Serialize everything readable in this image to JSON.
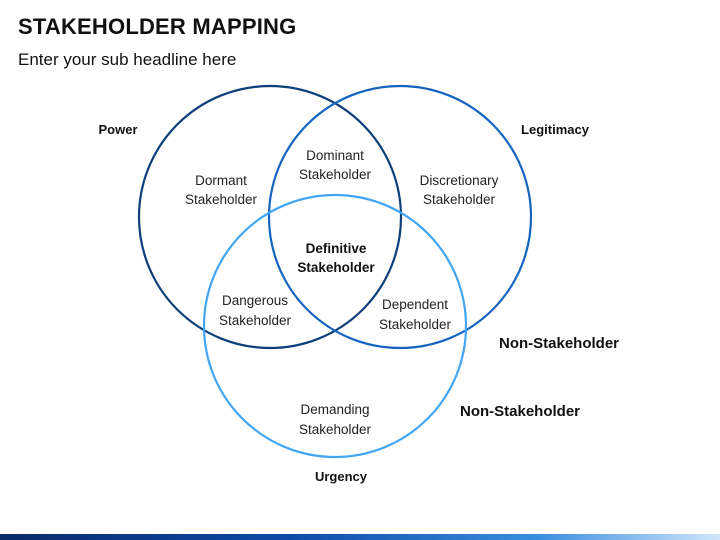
{
  "header": {
    "title": "STAKEHOLDER MAPPING",
    "subtitle": "Enter your sub headline here"
  },
  "circles": {
    "power": {
      "label": "Power",
      "color": "#0d3f7a"
    },
    "legitimacy": {
      "label": "Legitimacy",
      "color": "#1565c0"
    },
    "urgency": {
      "label": "Urgency",
      "color": "#42a5f5"
    }
  },
  "regions": {
    "dormant": [
      "Dormant",
      "Stakeholder"
    ],
    "dominant": [
      "Dominant",
      "Stakeholder"
    ],
    "discretionary": [
      "Discretionary",
      "Stakeholder"
    ],
    "definitive": [
      "Definitive",
      "Stakeholder"
    ],
    "dangerous": [
      "Dangerous",
      "Stakeholder"
    ],
    "dependent": [
      "Dependent",
      "Stakeholder"
    ],
    "demanding": [
      "Demanding",
      "Stakeholder"
    ]
  },
  "non_stakeholder": {
    "upper": "Non-Stakeholder",
    "lower": "Non-Stakeholder"
  }
}
